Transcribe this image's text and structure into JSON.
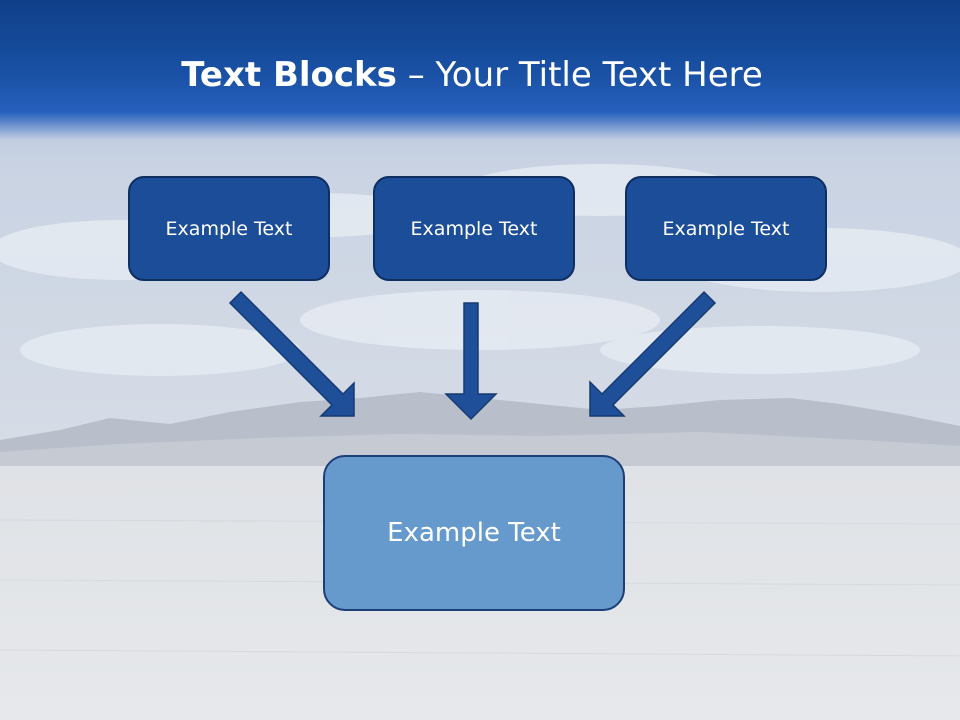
{
  "title": {
    "bold": "Text Blocks",
    "separator": " – ",
    "normal": "Your Title Text Here"
  },
  "blocks": {
    "top": [
      {
        "label": "Example Text"
      },
      {
        "label": "Example Text"
      },
      {
        "label": "Example Text"
      }
    ],
    "bottom": {
      "label": "Example Text"
    }
  },
  "colors": {
    "header": "#1a52a6",
    "small_block": "#1c4d98",
    "big_block": "#6699cc",
    "arrow": "#1f4f99"
  }
}
